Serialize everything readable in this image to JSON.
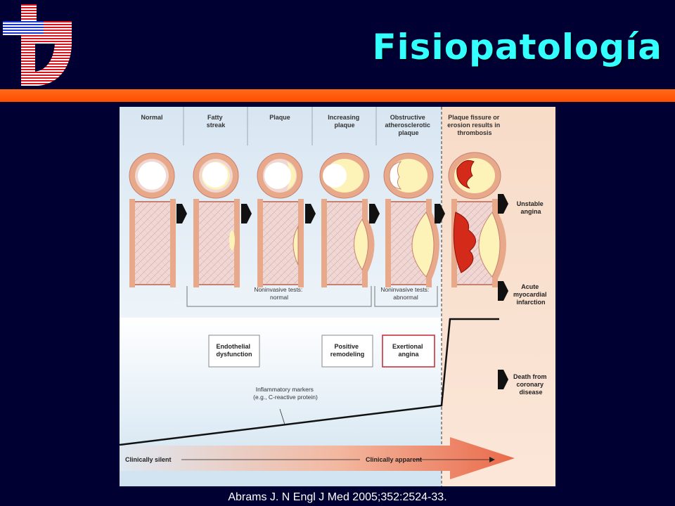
{
  "header": {
    "title": "Fisiopatología"
  },
  "stages": [
    {
      "lines": [
        "Normal"
      ]
    },
    {
      "lines": [
        "Fatty",
        "streak"
      ]
    },
    {
      "lines": [
        "Plaque"
      ]
    },
    {
      "lines": [
        "Increasing",
        "plaque"
      ]
    },
    {
      "lines": [
        "Obstructive",
        "atherosclerotic",
        "plaque"
      ]
    },
    {
      "lines": [
        "Plaque fissure or",
        "erosion results in",
        "thrombosis"
      ]
    }
  ],
  "outcomes": [
    {
      "lines": [
        "Unstable",
        "angina"
      ]
    },
    {
      "lines": [
        "Acute",
        "myocardial",
        "infarction"
      ]
    },
    {
      "lines": [
        "Death from",
        "coronary",
        "disease"
      ]
    }
  ],
  "tests": {
    "normal": [
      "Noninvasive tests:",
      "normal"
    ],
    "abnormal": [
      "Noninvasive tests:",
      "abnormal"
    ]
  },
  "boxes": [
    {
      "lines": [
        "Endothelial",
        "dysfunction"
      ]
    },
    {
      "lines": [
        "Positive",
        "remodeling"
      ]
    },
    {
      "lines": [
        "Exertional",
        "angina"
      ]
    }
  ],
  "markers": [
    "Inflammatory markers",
    "(e.g., C-reactive protein)"
  ],
  "progression": {
    "start": "Clinically silent",
    "end": "Clinically apparent"
  },
  "citation": "Abrams J. N Engl J Med 2005;352:2524-33.",
  "colors": {
    "title": "#33FFFF",
    "background": "#000033",
    "rule": "#FF5A00",
    "vessel_wall": "#E8A98A",
    "plaque": "#FDF3B8",
    "thrombus": "#D42A1A",
    "exertional_box": "#C8323C"
  }
}
